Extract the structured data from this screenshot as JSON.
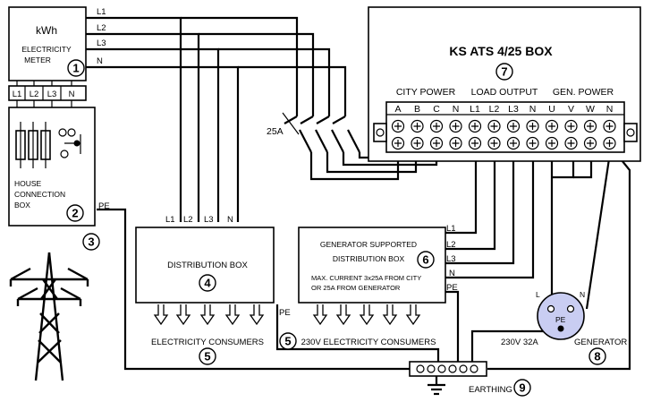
{
  "meter": {
    "unit": "kWh",
    "label_line1": "ELECTRICITY",
    "label_line2": "METER",
    "badge": "1",
    "out_lines": [
      "L1",
      "L2",
      "L3",
      "N"
    ],
    "bottom_terminals": [
      "L1",
      "L2",
      "L3",
      "N"
    ]
  },
  "house_box": {
    "label_line1": "HOUSE",
    "label_line2": "CONNECTION",
    "label_line3": "BOX",
    "badge": "2",
    "pe": "PE"
  },
  "pylon": {
    "badge": "3"
  },
  "switch": {
    "rating": "25A"
  },
  "ats": {
    "title": "KS ATS 4/25 BOX",
    "badge": "7",
    "group_city": "CITY POWER",
    "group_load": "LOAD OUTPUT",
    "group_gen": "GEN. POWER",
    "terminals": [
      "A",
      "B",
      "C",
      "N",
      "L1",
      "L2",
      "L3",
      "N",
      "U",
      "V",
      "W",
      "N"
    ]
  },
  "dist_box": {
    "title": "DISTRIBUTION BOX",
    "badge": "4",
    "inputs": [
      "L1",
      "L2",
      "L3",
      "N"
    ],
    "pe": "PE",
    "consumers": "ELECTRICITY CONSUMERS",
    "consumers_badge": "5"
  },
  "gen_box": {
    "title_line1": "GENERATOR SUPPORTED",
    "title_line2": "DISTRIBUTION BOX",
    "note_line1": "MAX. CURRENT 3x25A FROM CITY",
    "note_line2": "OR 25A FROM GENERATOR",
    "badge": "6",
    "inputs": [
      "L1",
      "L2",
      "L3",
      "N",
      "PE"
    ],
    "consumers": "230V ELECTRICITY CONSUMERS",
    "consumers_badge": "5"
  },
  "generator": {
    "plug_l": "L",
    "plug_n": "N",
    "plug_pe": "PE",
    "rating": "230V 32A",
    "label": "GENERATOR",
    "badge": "8"
  },
  "earthing": {
    "label": "EARTHING",
    "badge": "9"
  },
  "colors": {
    "line": "#000000",
    "plug_fill": "#c9cdf2",
    "background": "#ffffff"
  }
}
